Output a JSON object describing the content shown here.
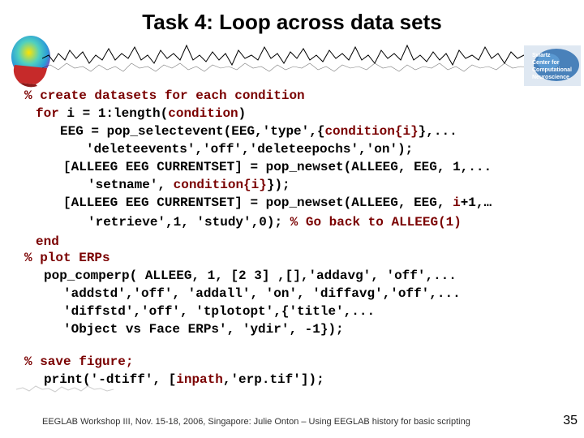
{
  "slide": {
    "title": "Task 4: Loop across data sets",
    "logo_text": [
      "Swartz",
      "Center for",
      "Computational",
      "Neuroscience"
    ],
    "footer": "EEGLAB Workshop III, Nov. 15-18, 2006, Singapore: Julie Onton – Using EEGLAB history for basic scripting",
    "page_number": "35"
  },
  "code": {
    "l1": "% create datasets for each condition",
    "l2a": "for",
    "l2b": " i = 1:length(",
    "l2c": "condition",
    "l2d": ")",
    "l3a": "EEG = pop_selectevent(EEG,'type',{",
    "l3b": "condition{i}",
    "l3c": "},...",
    "l4": "'deleteevents','off','deleteepochs','on');",
    "l5": "[ALLEEG EEG CURRENTSET] = pop_newset(ALLEEG, EEG, 1,...",
    "l6a": "'setname', ",
    "l6b": "condition{i}",
    "l6c": "});",
    "l7a": "[ALLEEG EEG CURRENTSET] = pop_newset(ALLEEG, EEG, ",
    "l7b": "i",
    "l7c": "+1,…",
    "l8a": "'retrieve',1, 'study',0); ",
    "l8b": "% Go back to ALLEEG(1)",
    "l9": "end",
    "l10": "% plot ERPs",
    "l11": "pop_comperp( ALLEEG, 1, [2 3] ,[],'addavg', 'off',...",
    "l12": "'addstd','off', 'addall', 'on', 'diffavg','off',...",
    "l13": "'diffstd','off', 'tplotopt',{'title',...",
    "l14": "'Object vs Face ERPs', 'ydir', -1});",
    "l15": "% save figure;",
    "l16a": "print('-dtiff', [",
    "l16b": "inpath",
    "l16c": ",'erp.tif']);"
  },
  "colors": {
    "keyword": "#7a0000",
    "text": "#000000",
    "logo_blue": "#2f6fb0"
  },
  "icons": {
    "head": "brain-topography-head-icon",
    "logo": "sccn-brain-logo-icon",
    "signal": "eeg-signal-trace-icon"
  }
}
